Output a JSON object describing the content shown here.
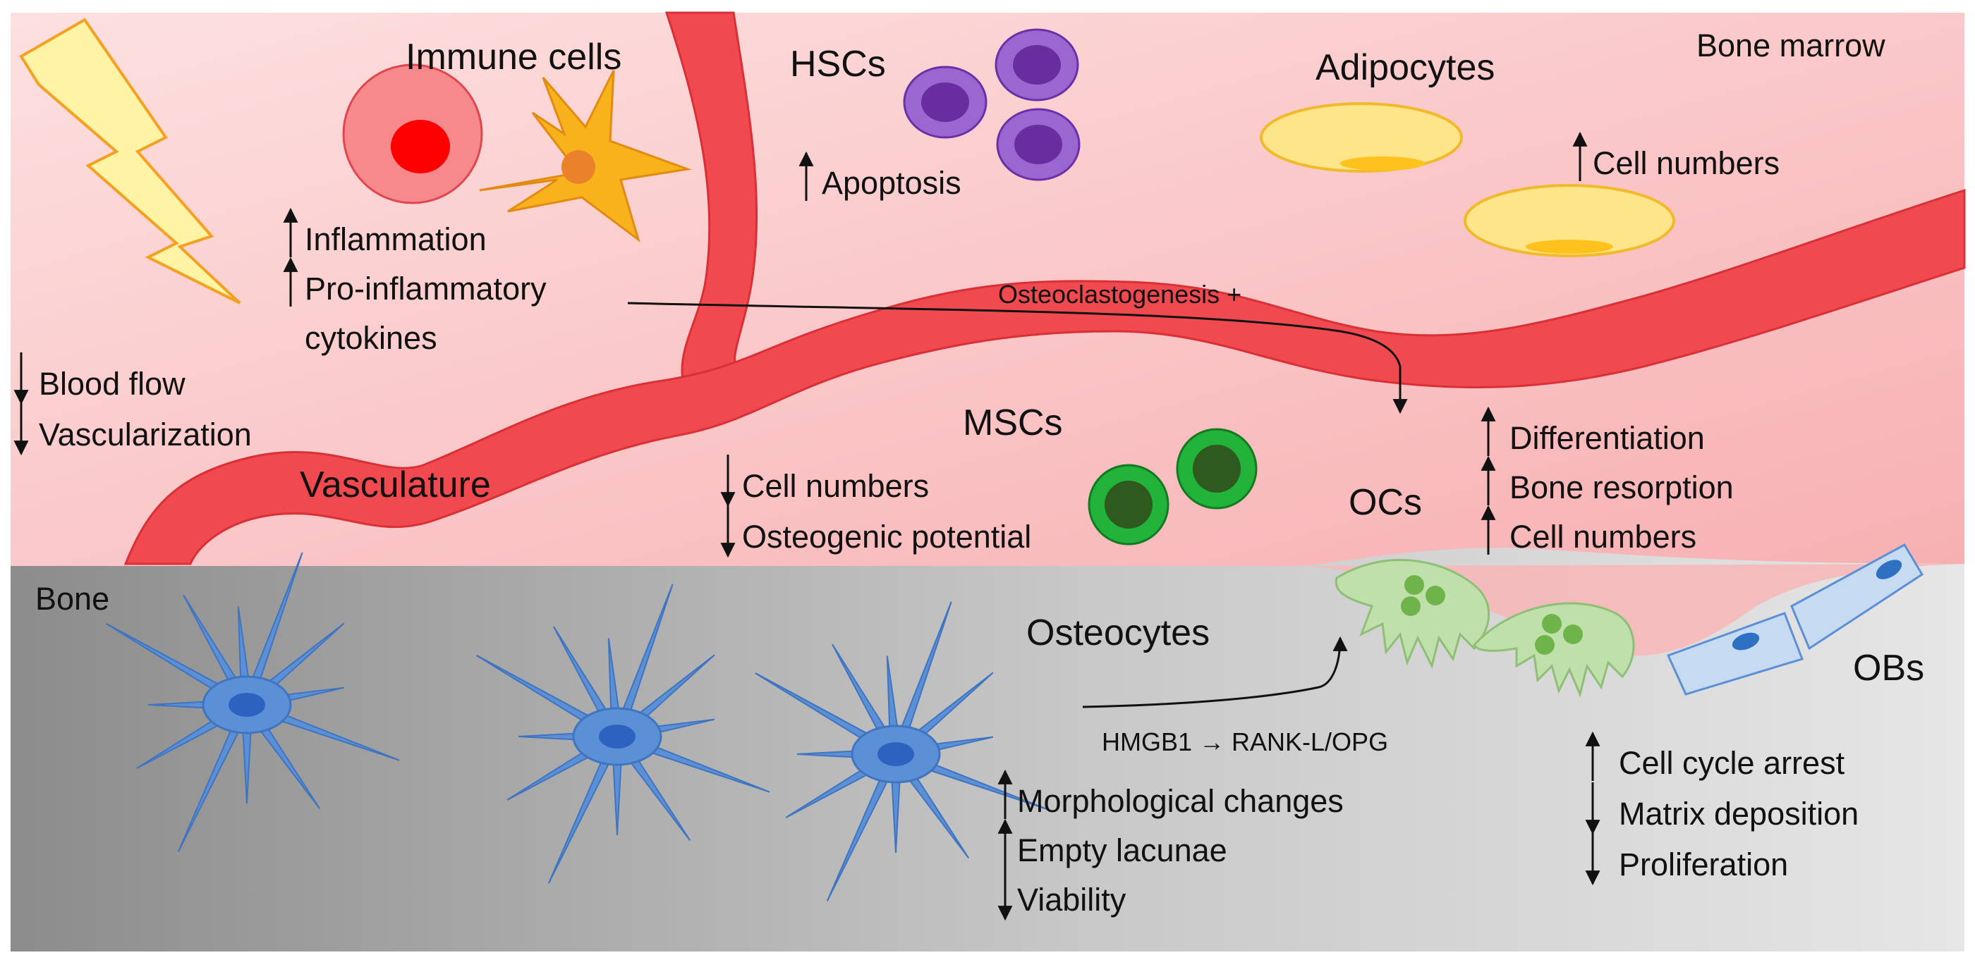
{
  "regions": {
    "bone_marrow": "Bone marrow",
    "bone": "Bone",
    "vasculature": "Vasculature"
  },
  "cells": {
    "immune": "Immune cells",
    "hscs": "HSCs",
    "adipocytes": "Adipocytes",
    "mscs": "MSCs",
    "ocs": "OCs",
    "osteocytes": "Osteocytes",
    "obs": "OBs"
  },
  "effects": {
    "immune": [
      {
        "text": "Inflammation",
        "dir": "up"
      },
      {
        "text": "Pro-inflammatory",
        "dir": "up"
      },
      {
        "text": "cytokines",
        "dir": "none"
      }
    ],
    "hscs": [
      {
        "text": "Apoptosis",
        "dir": "up"
      }
    ],
    "adipocytes": [
      {
        "text": "Cell numbers",
        "dir": "up"
      }
    ],
    "vasculature": [
      {
        "text": "Blood flow",
        "dir": "down"
      },
      {
        "text": "Vascularization",
        "dir": "down"
      }
    ],
    "mscs": [
      {
        "text": "Cell numbers",
        "dir": "down"
      },
      {
        "text": "Osteogenic potential",
        "dir": "down"
      }
    ],
    "ocs": [
      {
        "text": "Differentiation",
        "dir": "up"
      },
      {
        "text": "Bone resorption",
        "dir": "up"
      },
      {
        "text": "Cell numbers",
        "dir": "up"
      }
    ],
    "osteocytes": [
      {
        "text": "Morphological changes",
        "dir": "up"
      },
      {
        "text": "Empty lacunae",
        "dir": "up"
      },
      {
        "text": "Viability",
        "dir": "down"
      }
    ],
    "obs": [
      {
        "text": "Cell cycle arrest",
        "dir": "up"
      },
      {
        "text": "Matrix deposition",
        "dir": "down"
      },
      {
        "text": "Proliferation",
        "dir": "down"
      }
    ]
  },
  "pathways": {
    "osteoclastogenesis": "Osteoclastogenesis +",
    "hmgb1": "HMGB1 → RANK-L/OPG"
  },
  "colors": {
    "marrow": "#f7b8ba",
    "vessel": "#f04a50",
    "bone_dark": "#8f8f8f",
    "bone_light": "#e2e2e2",
    "osteocyte": "#5b8fd6",
    "hsc": "#7a3fb2",
    "msc": "#1e8f2a",
    "adipocyte": "#ffe79a",
    "oc": "#b9dca6",
    "ob": "#c6dbf2",
    "immune_orange": "#f7b21c",
    "lightning": "#fff2a8"
  }
}
